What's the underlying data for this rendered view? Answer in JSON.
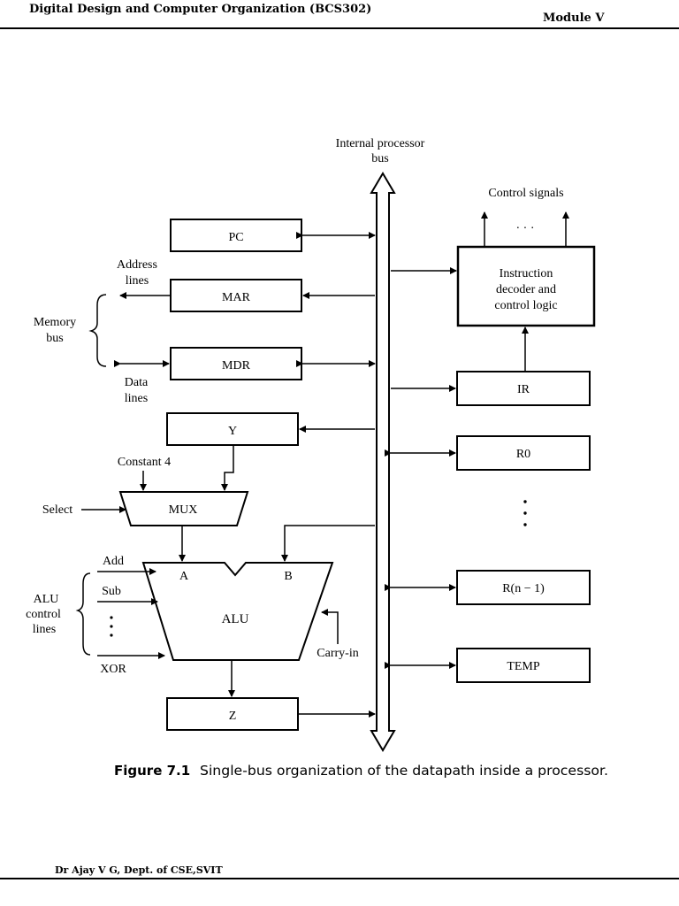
{
  "header": {
    "title": "Digital Design and Computer Organization (BCS302)",
    "module": "Module V"
  },
  "footer": {
    "author": "Dr Ajay V G, Dept. of CSE,SVIT"
  },
  "figure": {
    "bus_label_line1": "Internal processor",
    "bus_label_line2": "bus",
    "control_signals": "Control signals",
    "dots": "· · ·",
    "decoder_line1": "Instruction",
    "decoder_line2": "decoder and",
    "decoder_line3": "control logic",
    "pc": "PC",
    "mar": "MAR",
    "mdr": "MDR",
    "y": "Y",
    "z": "Z",
    "mux": "MUX",
    "alu": "ALU",
    "alu_a": "A",
    "alu_b": "B",
    "ir": "IR",
    "r0": "R0",
    "rn1": "R(n − 1)",
    "temp": "TEMP",
    "address_lines_1": "Address",
    "address_lines_2": "lines",
    "memory_bus_1": "Memory",
    "memory_bus_2": "bus",
    "data_lines_1": "Data",
    "data_lines_2": "lines",
    "constant4": "Constant 4",
    "select": "Select",
    "alu_ctrl_1": "ALU",
    "alu_ctrl_2": "control",
    "alu_ctrl_3": "lines",
    "op_add": "Add",
    "op_sub": "Sub",
    "op_xor": "XOR",
    "carry_in": "Carry-in",
    "caption_label": "Figure 7.1",
    "caption_text": "Single-bus organization of the datapath inside a processor."
  }
}
